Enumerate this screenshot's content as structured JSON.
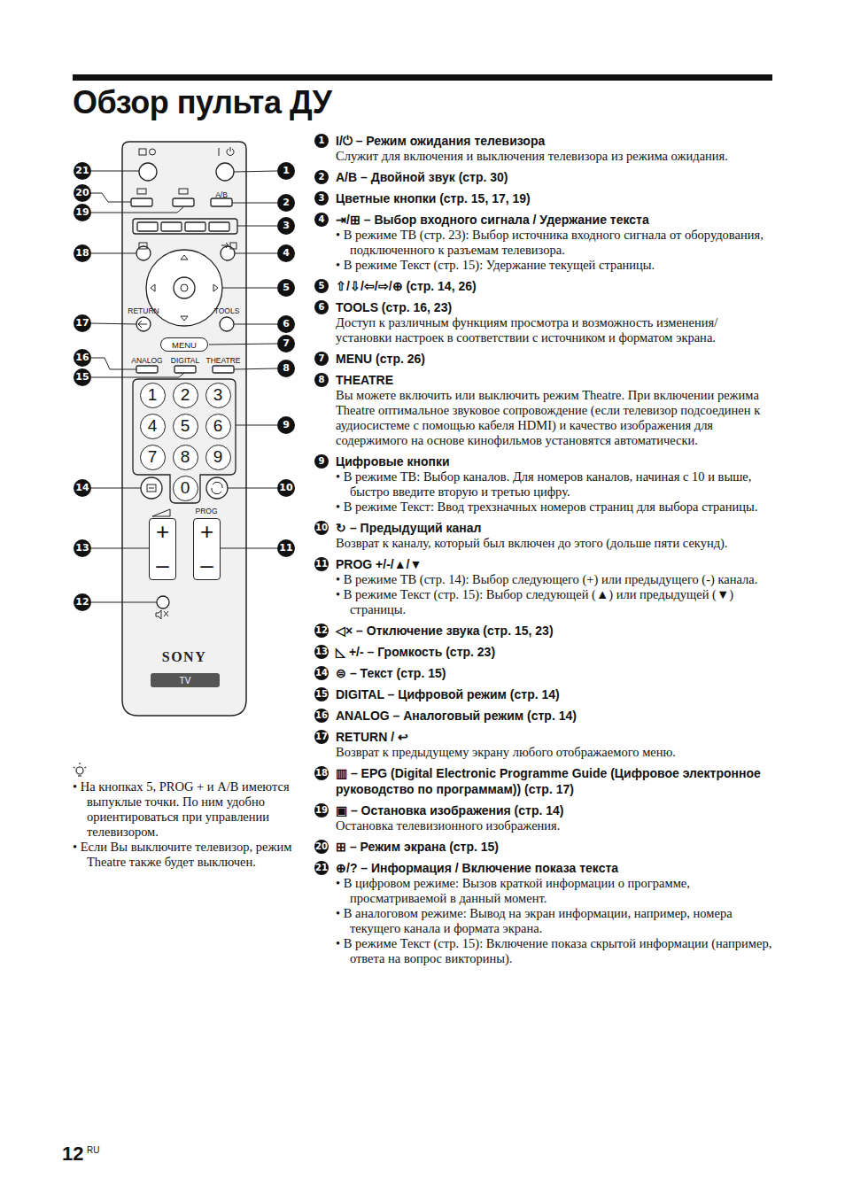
{
  "diagram": {
    "title": "Обзор пульта ДУ",
    "nodes": [
      {
        "text": [
          "SONY"
        ]
      },
      {
        "text": [
          "MENU"
        ],
        "in": 0
      },
      {
        "text": [
          "1"
        ],
        "in": 0
      },
      {
        "text": [
          "2"
        ],
        "in": 0
      },
      {
        "text": [
          "3"
        ],
        "in": 0
      },
      {
        "text": [
          "4"
        ],
        "in": 0
      },
      {
        "text": [
          "5"
        ],
        "in": 0
      },
      {
        "text": [
          "6"
        ],
        "in": 0
      },
      {
        "text": [
          "7"
        ],
        "in": 0
      },
      {
        "text": [
          "8"
        ],
        "in": 0
      },
      {
        "text": [
          "9"
        ],
        "in": 0
      },
      {
        "text": [
          "0"
        ],
        "in": 0
      },
      {
        "text": [
          "+",
          "–"
        ],
        "in": 0
      },
      {
        "text": [
          "+",
          "–"
        ],
        "in": 0
      },
      {
        "text": [
          "TV"
        ],
        "in": 0
      }
    ],
    "labels": [
      "21",
      "1",
      "20",
      "19",
      "2",
      "3",
      "18",
      "4",
      "5",
      "17",
      "6",
      "7",
      "16",
      "15",
      "8",
      "9",
      "14",
      "10",
      "13",
      "11",
      "12",
      "A/B",
      "RETURN",
      "TOOLS",
      "ANALOG",
      "DIGITAL",
      "THEATRE",
      "PROG",
      "1",
      "I/⏻ – Режим ожидания телевизора",
      "Служит для включения и выключения телевизора из режима ожидания.",
      "2",
      "A/B – Двойной звук (стр. 30)",
      "3",
      "Цветные кнопки (стр. 15, 17, 19)",
      "4",
      "⇥/⊞ – Выбор входного сигнала / Удержание текста",
      "• В режиме ТВ (стр. 23): Выбор источника входного сигнала от оборудования, подключенного к разъемам телевизора.",
      "• В режиме Текст (стр. 15): Удержание текущей страницы.",
      "5",
      "⇧/⇩/⇦/⇨/⊕ (стр. 14, 26)",
      "6",
      "TOOLS (стр. 16, 23)",
      "Доступ к различным функциям просмотра и возможность изменения/ установки настроек в соответствии с источником и форматом экрана.",
      "7",
      "MENU (стр. 26)",
      "8",
      "THEATRE",
      "Вы можете включить или выключить режим Theatre. При включении режима Theatre оптимальное звуковое сопровождение (если телевизор подсоединен к аудиосистеме с помощью кабеля HDMI) и качество изображения для содержимого на основе кинофильмов установятся автоматически.",
      "9",
      "Цифровые кнопки",
      "• В режиме ТВ: Выбор каналов. Для номеров каналов, начиная с 10 и выше, быстро введите вторую и третью цифру.",
      "• В режиме Текст: Ввод трехзначных номеров страниц для выбора страницы.",
      "10",
      "↻ – Предыдущий канал",
      "Возврат к каналу, который был включен до этого (дольше пяти секунд).",
      "11",
      "PROG +/-/▲/▼",
      "• В режиме ТВ (стр. 14): Выбор следующего (+) или предыдущего (-) канала.",
      "• В режиме Текст (стр. 15): Выбор следующей (▲) или предыдущей (▼) страницы.",
      "12",
      "◁× – Отключение звука (стр. 15, 23)",
      "13",
      "◺ +/- – Громкость (стр. 23)",
      "14",
      "⊜ – Текст (стр. 15)",
      "15",
      "DIGITAL – Цифровой режим (стр. 14)",
      "16",
      "ANALOG – Аналоговый режим (стр. 14)",
      "17",
      "RETURN / ↩",
      "Возврат к предыдущему экрану любого отображаемого меню.",
      "18",
      "▥ – EPG (Digital Electronic Programme Guide (Цифровое электронное руководство по программам)) (стр. 17)",
      "19",
      "▣ – Остановка изображения (стр. 14)",
      "Остановка телевизионного изображения.",
      "20",
      "⊞ – Режим экрана (стр. 15)",
      "21",
      "⊕/? – Информация / Включение показа текста",
      "• В цифровом режиме: Вызов краткой информации о программе, просматриваемой в данный момент.",
      "• В аналоговом режиме: Вывод на экран информации, например, номера текущего канала и формата экрана.",
      "• В режиме Текст (стр. 15): Включение показа скрытой информации (например, ответа на вопрос викторины).",
      "• На кнопках 5, PROG + и A/B имеются выпуклые точки. По ним удобно ориентироваться при управлении телевизором.",
      "• Если Вы выключите телевизор, режим Theatre также будет выключен.",
      "12",
      "RU"
    ]
  }
}
